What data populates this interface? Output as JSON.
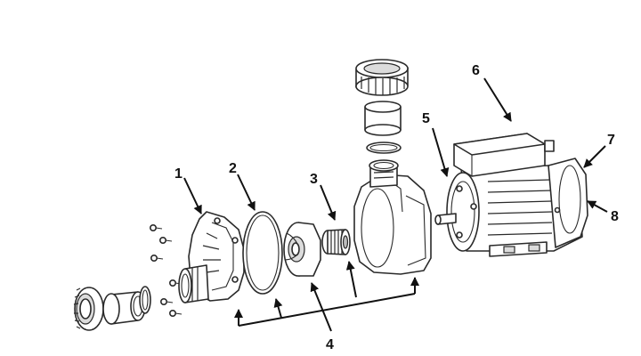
{
  "callouts": {
    "c1": "1",
    "c2": "2",
    "c3": "3",
    "c4": "4",
    "c5": "5",
    "c6": "6",
    "c7": "7",
    "c8": "8"
  },
  "colors": {
    "line": "#2a2a2a",
    "fill": "#ffffff",
    "shade": "#dcdcdc"
  }
}
